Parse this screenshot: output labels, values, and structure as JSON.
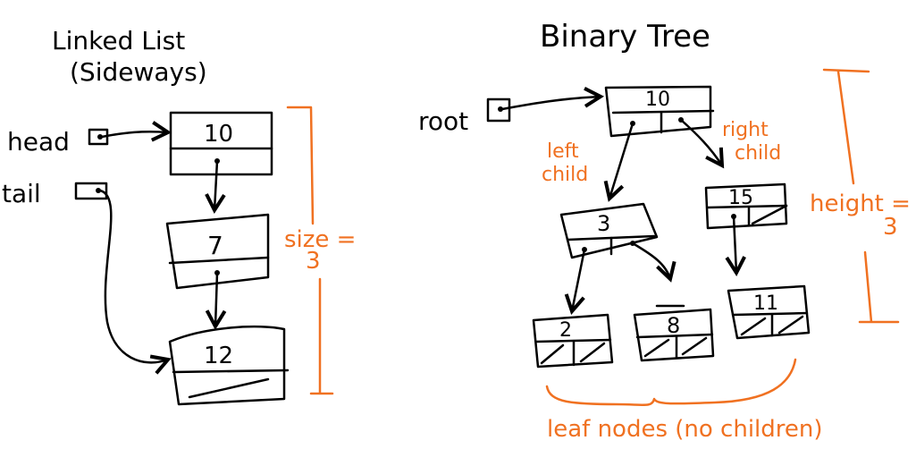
{
  "linked_list": {
    "title_line1": "Linked List",
    "title_line2": "(Sideways)",
    "head_label": "head",
    "tail_label": "tail",
    "nodes": [
      "10",
      "7",
      "12"
    ],
    "size_label": "size =",
    "size_value": "3"
  },
  "binary_tree": {
    "title": "Binary Tree",
    "root_label": "root",
    "root_value": "10",
    "left_child_label_1": "left",
    "left_child_label_2": "child",
    "right_child_label_1": "right",
    "right_child_label_2": "child",
    "level2": [
      "3",
      "15"
    ],
    "leaves": [
      "2",
      "8",
      "11"
    ],
    "height_label": "height =",
    "height_value": "3",
    "leaf_label": "leaf nodes (no children)"
  },
  "colors": {
    "ink": "#000000",
    "annotation": "#f07121"
  }
}
